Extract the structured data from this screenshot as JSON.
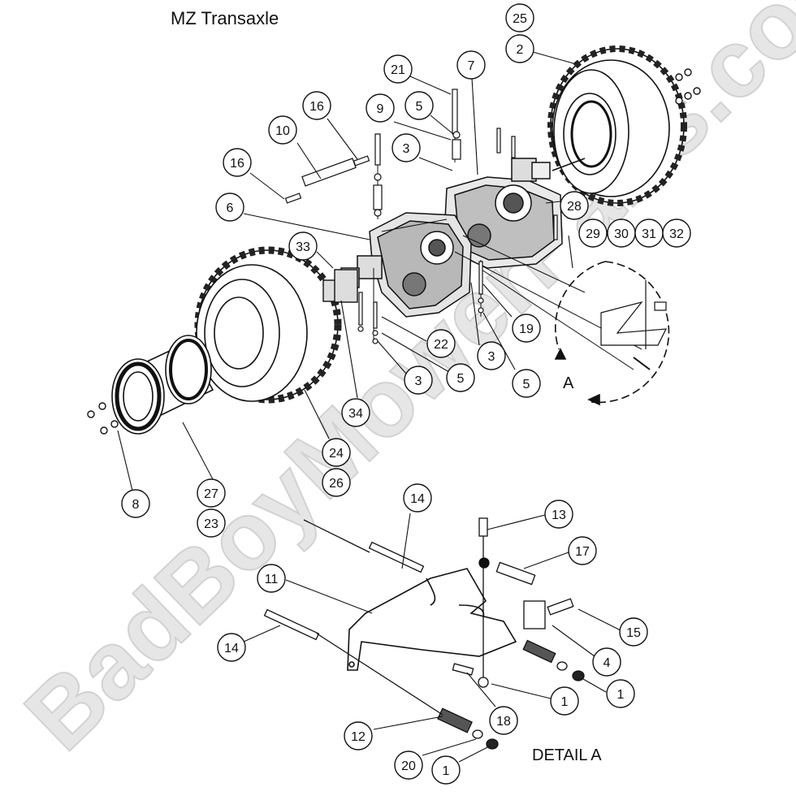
{
  "title": "MZ Transaxle",
  "detail_label": "DETAIL  A",
  "view_marker": "A",
  "watermark": "BadBoyMowerParts.com",
  "colors": {
    "line": "#111111",
    "watermark": "#e6e6e6",
    "fill": "#ffffff"
  },
  "callouts": [
    {
      "id": "c01",
      "label": "25"
    },
    {
      "id": "c02",
      "label": "2"
    },
    {
      "id": "c03",
      "label": "21"
    },
    {
      "id": "c04",
      "label": "7"
    },
    {
      "id": "c05",
      "label": "16"
    },
    {
      "id": "c06",
      "label": "9"
    },
    {
      "id": "c07",
      "label": "5"
    },
    {
      "id": "c08",
      "label": "10"
    },
    {
      "id": "c09",
      "label": "3"
    },
    {
      "id": "c10",
      "label": "16"
    },
    {
      "id": "c11",
      "label": "28"
    },
    {
      "id": "c12",
      "label": "6"
    },
    {
      "id": "c13",
      "label": "29"
    },
    {
      "id": "c14",
      "label": "30"
    },
    {
      "id": "c15",
      "label": "31"
    },
    {
      "id": "c16",
      "label": "32"
    },
    {
      "id": "c17",
      "label": "33"
    },
    {
      "id": "c18",
      "label": "19"
    },
    {
      "id": "c19",
      "label": "22"
    },
    {
      "id": "c20",
      "label": "3"
    },
    {
      "id": "c21",
      "label": "5"
    },
    {
      "id": "c22",
      "label": "3"
    },
    {
      "id": "c23",
      "label": "5"
    },
    {
      "id": "c24",
      "label": "34"
    },
    {
      "id": "c25",
      "label": "24"
    },
    {
      "id": "c26",
      "label": "26"
    },
    {
      "id": "c27",
      "label": "27"
    },
    {
      "id": "c28",
      "label": "23"
    },
    {
      "id": "c29",
      "label": "8"
    },
    {
      "id": "c30",
      "label": "14"
    },
    {
      "id": "c31",
      "label": "13"
    },
    {
      "id": "c32",
      "label": "17"
    },
    {
      "id": "c33",
      "label": "11"
    },
    {
      "id": "c34",
      "label": "15"
    },
    {
      "id": "c35",
      "label": "14"
    },
    {
      "id": "c36",
      "label": "4"
    },
    {
      "id": "c37",
      "label": "1"
    },
    {
      "id": "c38",
      "label": "1"
    },
    {
      "id": "c39",
      "label": "18"
    },
    {
      "id": "c40",
      "label": "12"
    },
    {
      "id": "c41",
      "label": "20"
    },
    {
      "id": "c42",
      "label": "1"
    }
  ]
}
